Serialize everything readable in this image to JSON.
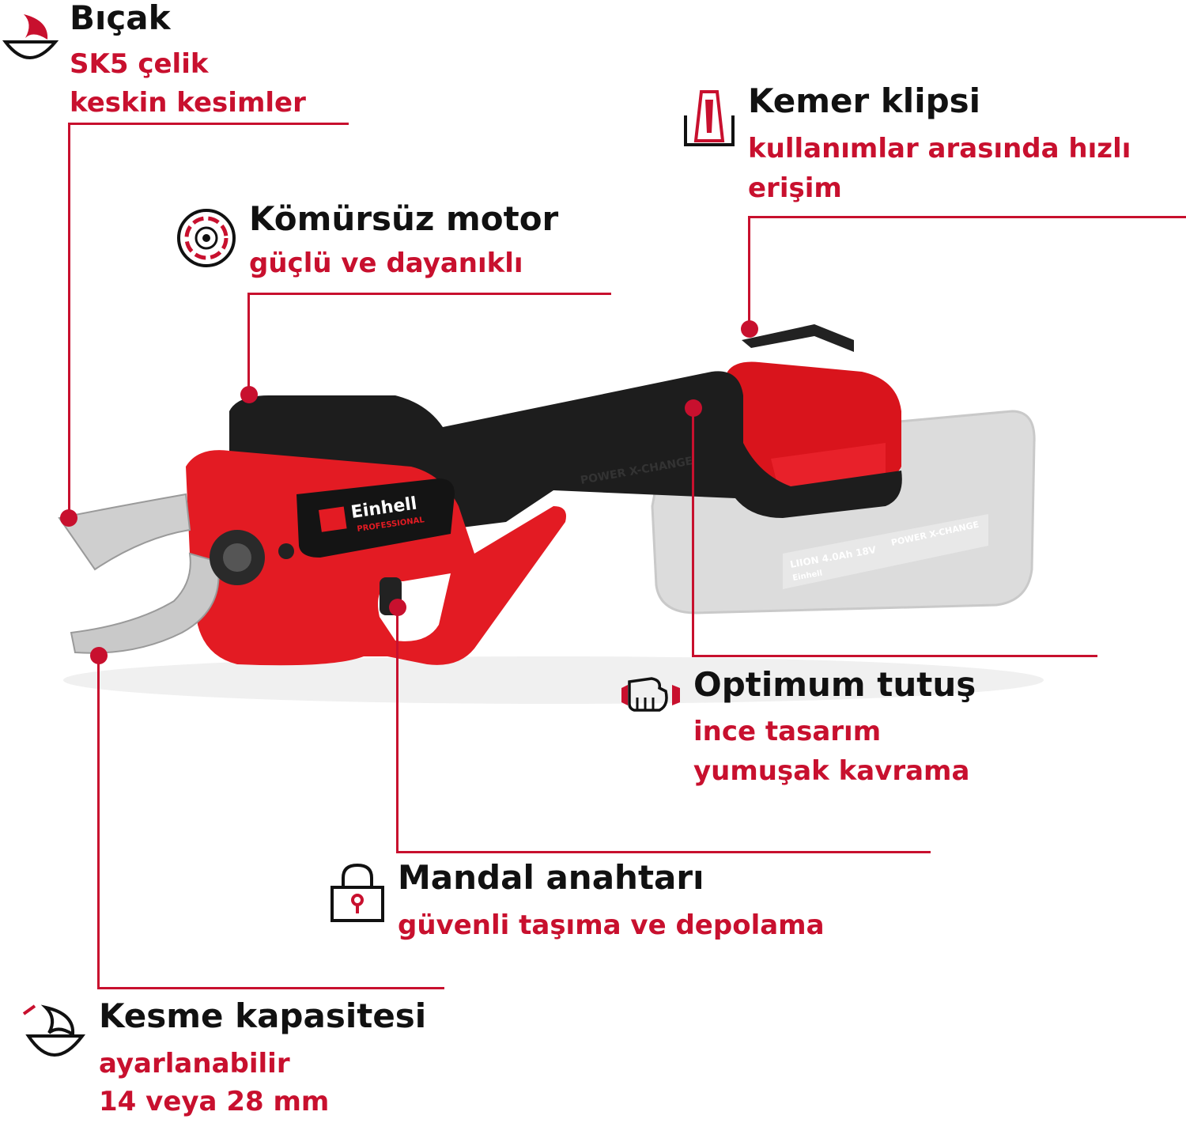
{
  "accent_color": "#c8102e",
  "callouts": {
    "blade": {
      "title": "Bıçak",
      "lines": [
        "SK5 çelik",
        "keskin kesimler"
      ],
      "icon": "blade-icon"
    },
    "belt_clip": {
      "title": "Kemer klipsi",
      "lines": [
        "kullanımlar arasında hızlı",
        "erişim"
      ],
      "icon": "belt-clip-icon"
    },
    "motor": {
      "title": "Kömürsüz motor",
      "lines": [
        "güçlü ve dayanıklı"
      ],
      "icon": "motor-icon"
    },
    "grip": {
      "title": "Optimum tutuş",
      "lines": [
        "ince tasarım",
        "yumuşak kavrama"
      ],
      "icon": "hand-grip-icon"
    },
    "lock": {
      "title": "Mandal anahtarı",
      "lines": [
        "güvenli taşıma ve depolama"
      ],
      "icon": "padlock-icon"
    },
    "capacity": {
      "title": "Kesme kapasitesi",
      "lines": [
        "ayarlanabilir",
        "14 veya 28 mm"
      ],
      "icon": "cutting-capacity-icon"
    }
  },
  "product": {
    "brand": "Einhell",
    "brand_line": "PROFESSIONAL",
    "handle_text": "POWER X-CHANGE",
    "battery_text": "LIION 4.0Ah 18V",
    "battery_brand": "Einhell",
    "battery_logo": "POWER X-CHANGE"
  }
}
